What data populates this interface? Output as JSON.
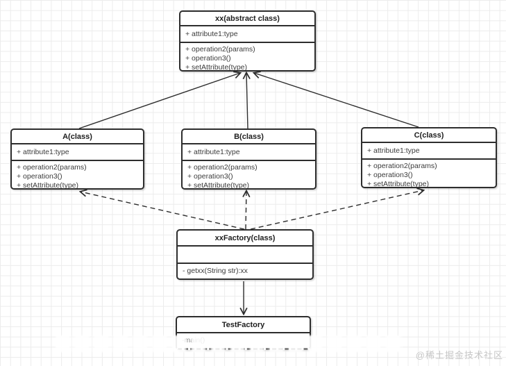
{
  "classes": {
    "abstract": {
      "title": "xx(abstract class)",
      "attributes": [
        "+ attribute1:type"
      ],
      "operations": [
        "+ operation2(params)",
        "+ operation3()",
        "+ setAttribute(type)"
      ]
    },
    "a": {
      "title": "A(class)",
      "attributes": [
        "+ attribute1:type"
      ],
      "operations": [
        "+ operation2(params)",
        "+ operation3()",
        "+ setAttribute(type)"
      ]
    },
    "b": {
      "title": "B(class)",
      "attributes": [
        "+ attribute1:type"
      ],
      "operations": [
        "+ operation2(params)",
        "+ operation3()",
        "+ setAttribute(type)"
      ]
    },
    "c": {
      "title": "C(class)",
      "attributes": [
        "+ attribute1:type"
      ],
      "operations": [
        "+ operation2(params)",
        "+ operation3()",
        "+ setAttribute(type)"
      ]
    },
    "factory": {
      "title": "xxFactory(class)",
      "attributes": [],
      "operations": [
        "- getxx(String str):xx"
      ]
    },
    "test": {
      "title": "TestFactory",
      "operations": [
        "-main()"
      ]
    }
  },
  "relations": [
    {
      "from": "A(class)",
      "to": "xx(abstract class)",
      "type": "generalization",
      "line": "solid"
    },
    {
      "from": "B(class)",
      "to": "xx(abstract class)",
      "type": "generalization",
      "line": "solid"
    },
    {
      "from": "C(class)",
      "to": "xx(abstract class)",
      "type": "generalization",
      "line": "solid"
    },
    {
      "from": "xxFactory(class)",
      "to": "A(class)",
      "type": "dependency",
      "line": "dashed"
    },
    {
      "from": "xxFactory(class)",
      "to": "B(class)",
      "type": "dependency",
      "line": "dashed"
    },
    {
      "from": "xxFactory(class)",
      "to": "C(class)",
      "type": "dependency",
      "line": "dashed"
    },
    {
      "from": "xxFactory(class)",
      "to": "TestFactory",
      "type": "association",
      "line": "solid"
    }
  ],
  "watermark": "@稀土掘金技术社区",
  "colors": {
    "border": "#2d2d2d",
    "grid": "#ececec",
    "text": "#3b3b3b",
    "watermark": "#c6c6c6",
    "background": "#ffffff"
  }
}
